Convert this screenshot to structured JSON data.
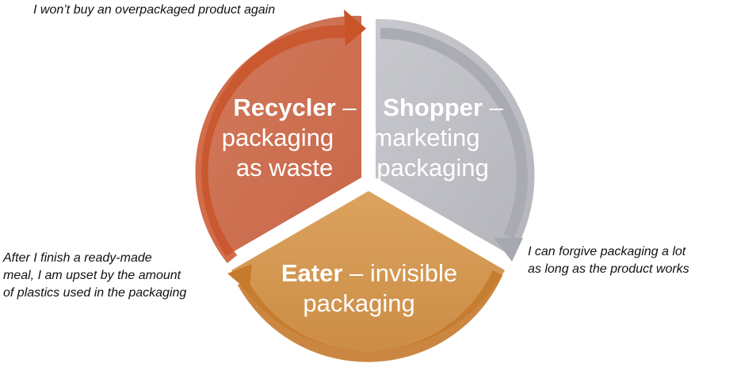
{
  "segments": {
    "recycler": {
      "title": "Recycler",
      "dash": " –",
      "line2": "packaging",
      "line3": "as waste",
      "color": "#cf7152",
      "arrow_color": "#c9542a"
    },
    "shopper": {
      "title": "Shopper",
      "dash": " –",
      "line2": "marketing",
      "line3": "packaging",
      "color": "#bcbdc3",
      "arrow_color": "#a7a9b0"
    },
    "eater": {
      "title": "Eater",
      "rest": " – invisible",
      "line2": "packaging",
      "color": "#d59a52",
      "arrow_color": "#c57a2c"
    }
  },
  "quotes": {
    "recycler": {
      "lines": [
        "I won’t buy an overpackaged product again"
      ]
    },
    "shopper": {
      "lines": [
        "I can forgive packaging a lot",
        "as long as the product works"
      ]
    },
    "eater": {
      "lines": [
        "After I finish a ready-made",
        "meal, I  am upset by the amount",
        "of plastics used in the packaging"
      ]
    }
  }
}
